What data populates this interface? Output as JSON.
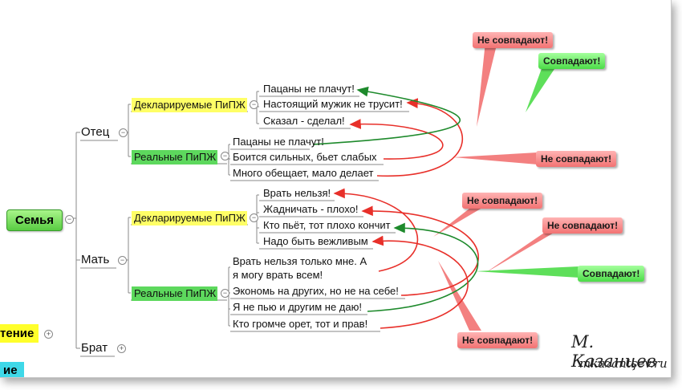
{
  "root": {
    "label": "Семья"
  },
  "offscreen": {
    "left_top": "тение",
    "left_bottom": "ие"
  },
  "members": [
    {
      "name": "Отец"
    },
    {
      "name": "Мать"
    },
    {
      "name": "Брат"
    }
  ],
  "father": {
    "declared_label": "Декларируемые ПиПЖ",
    "declared": [
      "Пацаны не плачут!",
      "Настоящий мужик не трусит!",
      "Сказал - сделал!"
    ],
    "real_label": "Реальные ПиПЖ",
    "real": [
      "Пацаны не плачут!",
      "Боится сильных, бьет слабых",
      "Много обещает, мало делает"
    ]
  },
  "mother": {
    "declared_label": "Декларируемые ПиПЖ",
    "declared": [
      "Врать нельзя!",
      "Жадничать - плохо!",
      "Кто пьёт, тот плохо кончит",
      "Надо быть вежливым"
    ],
    "real_label": "Реальные ПиПЖ",
    "real_line1": "Врать нельзя только мне. А",
    "real_line2": "я могу врать всем!",
    "real": [
      "Экономь на других, но не на себе!",
      "Я не пью и другим не даю!",
      "Кто громче орет, тот и прав!"
    ]
  },
  "callouts": {
    "mismatch": "Не совпадают!",
    "match": "Совпадают!"
  },
  "colors": {
    "mismatch": "#f27272",
    "match": "#4cdc48",
    "declared": "#ffff66",
    "real": "#5dd85d"
  },
  "signature": {
    "handwritten": "М. Казанцев",
    "site": "mkazantsev.ru"
  }
}
